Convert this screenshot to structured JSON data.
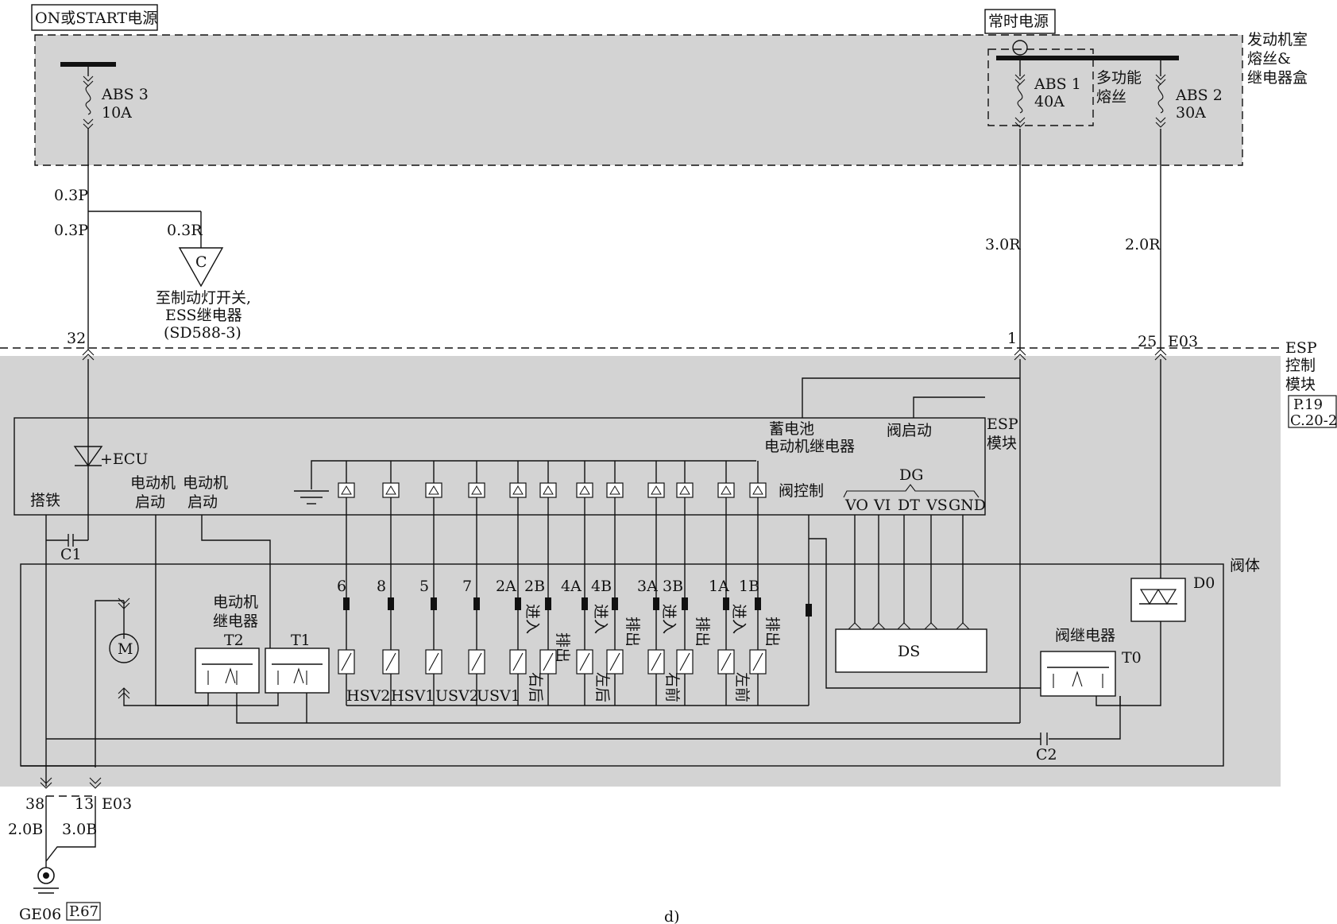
{
  "labels": {
    "on_start_power": "ON或START电源",
    "constant_power": "常时电源",
    "engine_fuse_box": [
      "发动机室",
      "熔丝&",
      "继电器盒"
    ],
    "abs3": "ABS 3",
    "abs3_rating": "10A",
    "abs1": "ABS 1",
    "abs1_rating": "40A",
    "abs2": "ABS 2",
    "abs2_rating": "30A",
    "multi_fuse": [
      "多功能",
      "熔丝"
    ],
    "wire_03p_a": "0.3P",
    "wire_03p_b": "0.3P",
    "wire_03r": "0.3R",
    "wire_30r": "3.0R",
    "wire_20r": "2.0R",
    "connector_c": "C",
    "brake_note": [
      "至制动灯开关,",
      "ESS继电器",
      "(SD588-3)"
    ],
    "pin_32": "32",
    "pin_1": "1",
    "pin_25": "25",
    "conn_e03_top": "E03",
    "esp_control_module": [
      "ESP",
      "控制",
      "模块"
    ],
    "ref_p19": "P.19",
    "ref_c20": "C.20-2",
    "ecu": "+ECU",
    "battery_motor_relay": [
      "蓄电池",
      "电动机继电器"
    ],
    "valve_start": "阀启动",
    "esp_module": [
      "ESP",
      "模块"
    ],
    "ground_label": "搭铁",
    "motor_start_1": [
      "电动机",
      "启动"
    ],
    "motor_start_2": [
      "电动机",
      "启动"
    ],
    "valve_control": "阀控制",
    "dg": "DG",
    "dg_pins": [
      "VO",
      "VI",
      "DT",
      "VS",
      "GND"
    ],
    "c1": "C1",
    "valve_body": "阀体",
    "valve_numbers": [
      "6",
      "8",
      "5",
      "7",
      "2A",
      "2B",
      "4A",
      "4B",
      "3A",
      "3B",
      "1A",
      "1B"
    ],
    "motor_relay": [
      "电动机",
      "继电器"
    ],
    "t2": "T2",
    "t1": "T1",
    "motor_m": "M",
    "valve_names": [
      "HSV2",
      "HSV1",
      "USV2",
      "USV1"
    ],
    "valve_in": "进入",
    "valve_out": "排出",
    "rear_right": "右后",
    "rear_left": "左后",
    "front_right": "右前",
    "front_left": "左前",
    "ds": "DS",
    "d0": "D0",
    "valve_relay": "阀继电器",
    "t0": "T0",
    "c2": "C2",
    "pin_38": "38",
    "pin_13": "13",
    "conn_e03_bottom": "E03",
    "wire_20b": "2.0B",
    "wire_30b": "3.0B",
    "ge06": "GE06",
    "ref_p67": "P.67",
    "caption": "d)"
  }
}
